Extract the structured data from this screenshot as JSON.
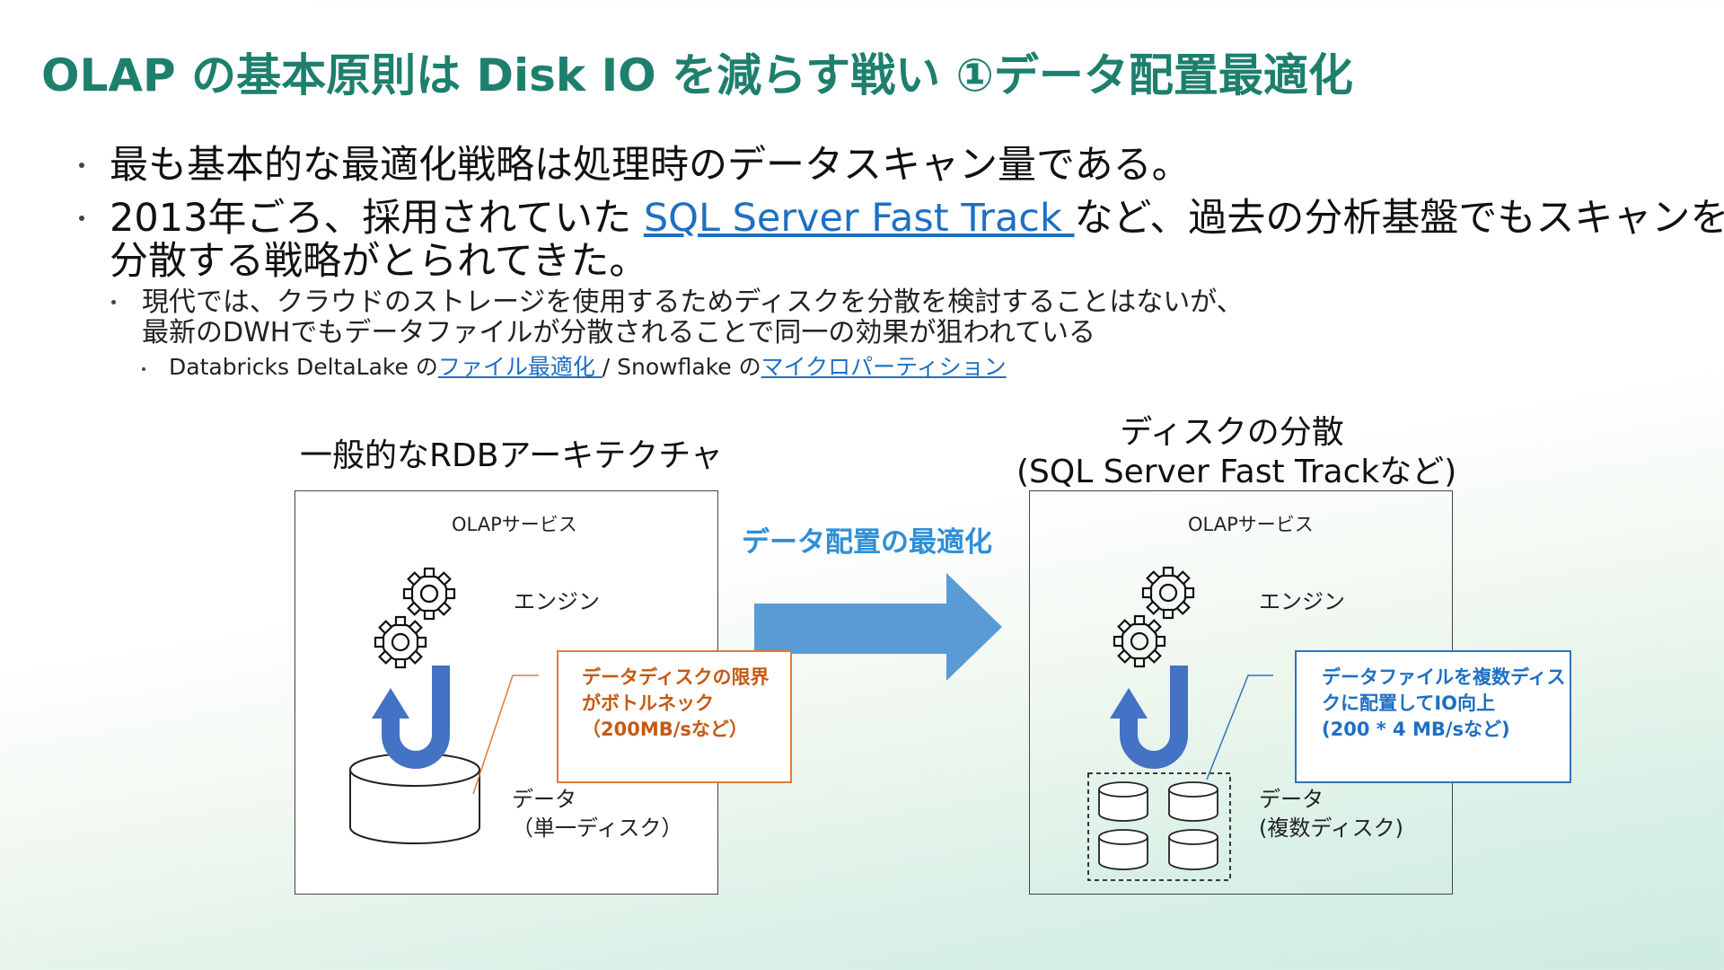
{
  "title": "OLAP の基本原則は Disk IO を減らす戦い ①データ配置最適化",
  "bullets": {
    "b1_text": "最も基本的な最適化戦略は処理時のデータスキャン量である。",
    "b2_prefix": "2013年ごろ、採用されていた ",
    "b2_link": "SQL Server Fast Track ",
    "b2_suffix": "など、過去の分析基盤でもスキャンを",
    "b2_line2": "分散する戦略がとられてきた。",
    "sub1_line1": "現代では、クラウドのストレージを使用するためディスクを分散を検討することはないが、",
    "sub1_line2": "最新のDWHでもデータファイルが分散されることで同一の効果が狙われている",
    "sub2_part1": "Databricks DeltaLake の",
    "sub2_link1": "ファイル最適化 ",
    "sub2_part2": "/ Snowflake の",
    "sub2_link2": "マイクロパーティション"
  },
  "left_diagram": {
    "heading": "一般的なRDBアーキテクチャ",
    "service_label": "OLAPサービス",
    "engine_label": "エンジン",
    "data_label": "データ\n（単一ディスク）",
    "callout": "データディスクの限界\nがボトルネック\n（200MB/sなど）"
  },
  "arrow": {
    "label": "データ配置の最適化"
  },
  "right_diagram": {
    "heading_line1": "ディスクの分散",
    "heading_line2": "(SQL Server Fast Trackなど)",
    "service_label": "OLAPサービス",
    "engine_label": "エンジン",
    "data_label": "データ\n(複数ディスク)",
    "callout": "データファイルを複数ディス\nクに配置してIO向上\n(200 * 4 MB/sなど)"
  },
  "colors": {
    "title": "#1e7f6d",
    "link": "#1f6fc2",
    "callout_left": "#e07b39",
    "callout_right": "#2e75b6",
    "big_arrow": "#5b9bd5",
    "u_arrow": "#4472c4"
  },
  "icons": [
    "gear-icon",
    "u-turn-arrow-icon",
    "disk-cylinder-icon",
    "right-arrow-icon"
  ]
}
